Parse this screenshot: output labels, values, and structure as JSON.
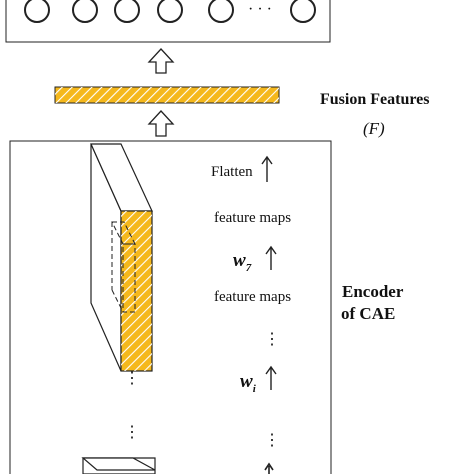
{
  "fusion": {
    "title": "Fusion Features",
    "symbol": "(F)"
  },
  "encoder": {
    "line1": "Encoder",
    "line2": "of CAE"
  },
  "steps": {
    "flatten": "Flatten",
    "feature_maps_1": "feature maps",
    "w7": "w",
    "w7_sub": "7",
    "feature_maps_2": "feature maps",
    "vdots_1": "⋮",
    "wi": "w",
    "wi_sub": "i",
    "vdots_2": "⋮"
  },
  "left_dots": {
    "dots_1": "⋮",
    "dots_2": "⋮"
  },
  "top_layer": {
    "ellipsis": "· · ·"
  },
  "colors": {
    "accent": "#f5b81c",
    "stroke": "#222222"
  }
}
